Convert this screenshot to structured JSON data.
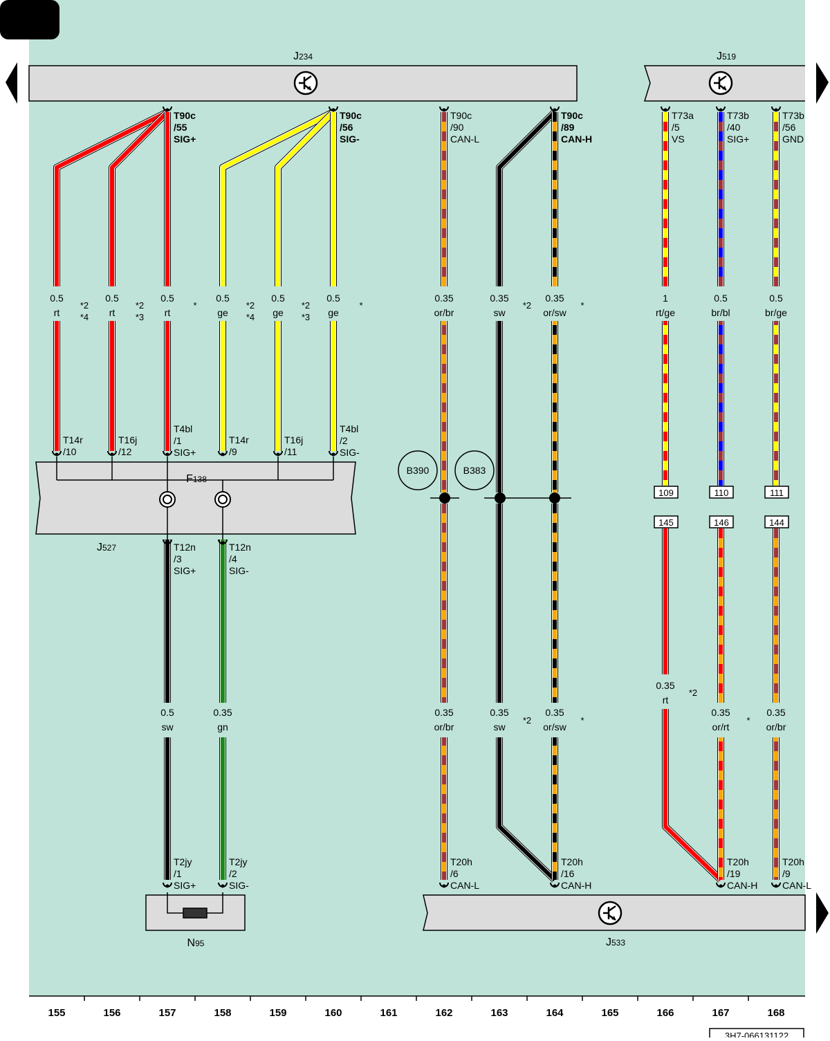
{
  "page_tab": "",
  "doc_number": "3H7-066131122",
  "components": {
    "J234": {
      "label": "J",
      "sub": "234"
    },
    "J519": {
      "label": "J",
      "sub": "519"
    },
    "F138": {
      "label": "F",
      "sub": "138"
    },
    "J527": {
      "label": "J",
      "sub": "527"
    },
    "N95": {
      "label": "N",
      "sub": "95"
    },
    "J533": {
      "label": "J",
      "sub": "533"
    }
  },
  "columns": [
    "155",
    "156",
    "157",
    "158",
    "159",
    "160",
    "161",
    "162",
    "163",
    "164",
    "165",
    "166",
    "167",
    "168"
  ],
  "ground_points": [
    "B390",
    "B383"
  ],
  "terminal_boxes": [
    "109",
    "110",
    "111",
    "145",
    "146",
    "144"
  ],
  "connectors": {
    "j234_55": [
      "T90c",
      "/55",
      "SIG+"
    ],
    "j234_56": [
      "T90c",
      "/56",
      "SIG-"
    ],
    "j234_90": [
      "T90c",
      "/90",
      "CAN-L"
    ],
    "j234_89": [
      "T90c",
      "/89",
      "CAN-H"
    ],
    "j519_5": [
      "T73a",
      "/5",
      "VS"
    ],
    "j519_40": [
      "T73b",
      "/40",
      "SIG+"
    ],
    "j519_56": [
      "T73b",
      "/56",
      "GND"
    ],
    "f_t14r_10": [
      "T14r",
      "/10"
    ],
    "f_t16j_12": [
      "T16j",
      "/12"
    ],
    "f_t4bl_1": [
      "T4bl",
      "/1",
      "SIG+"
    ],
    "f_t14r_9": [
      "T14r",
      "/9"
    ],
    "f_t16j_11": [
      "T16j",
      "/11"
    ],
    "f_t4bl_2": [
      "T4bl",
      "/2",
      "SIG-"
    ],
    "j527_3": [
      "T12n",
      "/3",
      "SIG+"
    ],
    "j527_4": [
      "T12n",
      "/4",
      "SIG-"
    ],
    "n95_1": [
      "T2jy",
      "/1",
      "SIG+"
    ],
    "n95_2": [
      "T2jy",
      "/2",
      "SIG-"
    ],
    "j533_6": [
      "T20h",
      "/6",
      "CAN-L"
    ],
    "j533_16": [
      "T20h",
      "/16",
      "CAN-H"
    ],
    "j533_19": [
      "T20h",
      "/19",
      "CAN-H"
    ],
    "j533_9": [
      "T20h",
      "/9",
      "CAN-L"
    ]
  },
  "wire_labels": {
    "c155": [
      "0.5",
      "rt"
    ],
    "c156": [
      "0.5",
      "rt"
    ],
    "c157": [
      "0.5",
      "rt"
    ],
    "c158": [
      "0.5",
      "ge"
    ],
    "c159": [
      "0.5",
      "ge"
    ],
    "c160": [
      "0.5",
      "ge"
    ],
    "c162a": [
      "0.35",
      "or/br"
    ],
    "c163a": [
      "0.35",
      "sw"
    ],
    "c164a": [
      "0.35",
      "or/sw"
    ],
    "c166a": [
      "1",
      "rt/ge"
    ],
    "c167a": [
      "0.5",
      "br/bl"
    ],
    "c168a": [
      "0.5",
      "br/ge"
    ],
    "c157b": [
      "0.5",
      "sw"
    ],
    "c158b": [
      "0.35",
      "gn"
    ],
    "c162b": [
      "0.35",
      "or/br"
    ],
    "c163b": [
      "0.35",
      "sw"
    ],
    "c164b": [
      "0.35",
      "or/sw"
    ],
    "c166b": [
      "0.35",
      "rt"
    ],
    "c167b": [
      "0.35",
      "or/rt"
    ],
    "c168b": [
      "0.35",
      "or/br"
    ]
  },
  "footnotes": {
    "n1": [
      "*2",
      "*4"
    ],
    "n2": [
      "*2",
      "*3"
    ],
    "n3": [
      "*"
    ],
    "n4": [
      "*2",
      "*4"
    ],
    "n5": [
      "*2",
      "*3"
    ],
    "n6": [
      "*"
    ],
    "n7": [
      "*2"
    ],
    "n8": [
      "*"
    ],
    "n9": [
      "*2"
    ],
    "n10": [
      "*"
    ],
    "n11": [
      "*2"
    ],
    "n12": [
      "*"
    ]
  },
  "colors": {
    "background": "#bfe3d8",
    "component_fill": "#dcdcdc",
    "rt": "#ff0000",
    "ge": "#ffff00",
    "sw": "#000000",
    "gn": "#1a8a1a",
    "or": "#ffa500",
    "br": "#a0343a",
    "bl": "#0000ff"
  }
}
